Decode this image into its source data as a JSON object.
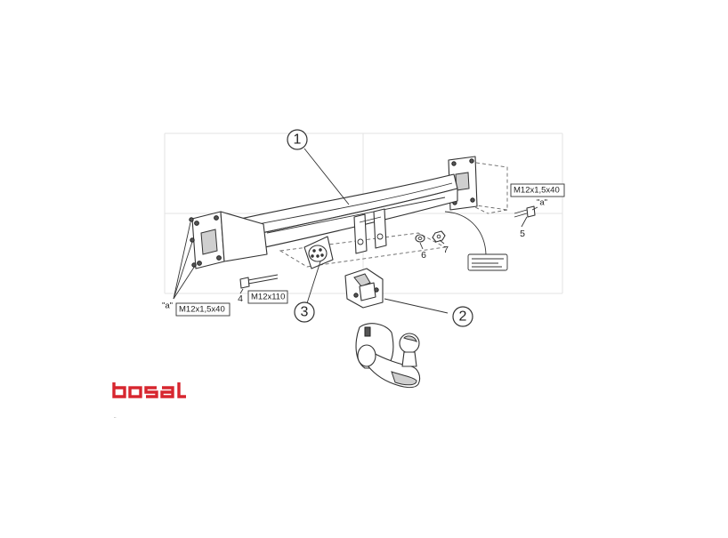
{
  "callouts": [
    {
      "id": "1",
      "text": "1"
    },
    {
      "id": "2",
      "text": "2"
    },
    {
      "id": "3",
      "text": "3"
    }
  ],
  "part_numbers": {
    "n4": "4",
    "n5": "5",
    "n6": "6",
    "n7": "7"
  },
  "labels": {
    "bolt_right": "M12x1,5x40",
    "bolt_left": "M12x1,5x40",
    "bolt_center": "M12x110",
    "a_left": "\"a\"",
    "a_right": "\"a\""
  },
  "logo": {
    "text": "bosal",
    "color": "#d7262f"
  },
  "colors": {
    "line": "#333333",
    "shade": "#cfcfcf",
    "grid": "#e3e3e3"
  }
}
